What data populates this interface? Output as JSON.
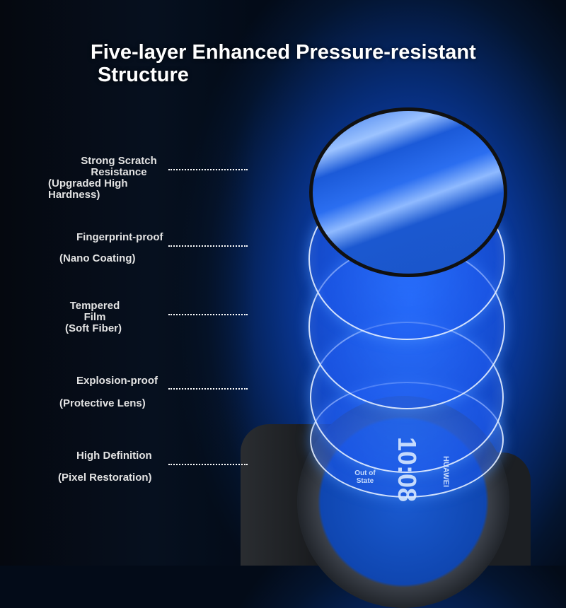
{
  "title": {
    "line1": "Five-layer Enhanced Pressure-resistant",
    "line2": "Structure"
  },
  "layers": [
    {
      "name": "Strong Scratch Resistance",
      "detail": "(Upgraded High Hardness)"
    },
    {
      "name": "Fingerprint-proof",
      "detail": "(Nano Coating)"
    },
    {
      "name": "Tempered Film",
      "detail": "(Soft Fiber)"
    },
    {
      "name": "Explosion-proof",
      "detail": "(Protective Lens)"
    },
    {
      "name": "High Definition",
      "detail": "(Pixel Restoration)"
    }
  ],
  "watch_face": {
    "time": "10:08",
    "brand": "HUAWEI",
    "status": "Out of State"
  }
}
